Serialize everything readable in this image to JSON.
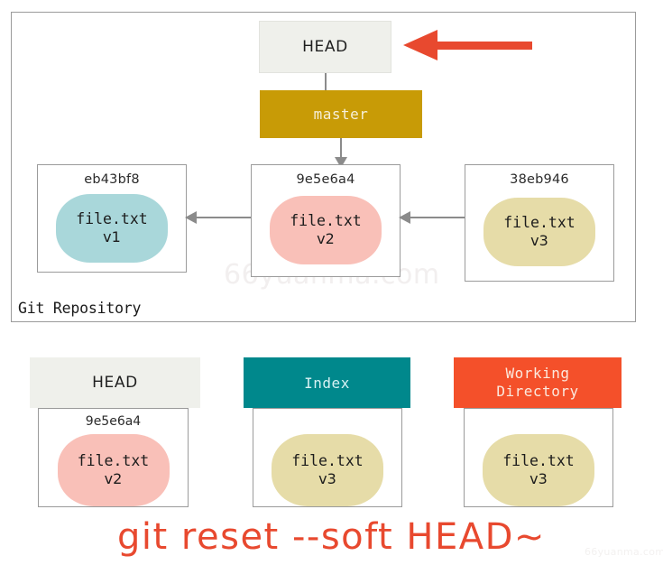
{
  "colors": {
    "accent_red": "#e8492f",
    "branch_gold": "#c89b06",
    "index_teal": "#00888c",
    "working_orange": "#f4502a",
    "head_gray": "#eff0eb",
    "blob_teal": "#a9d7da",
    "blob_pink": "#f9c0b8",
    "blob_khaki": "#e6dca8",
    "line_gray": "#8b8b8b",
    "border_gray": "#9b9b9b"
  },
  "repository": {
    "label": "Git Repository",
    "head_pointer": {
      "label": "HEAD"
    },
    "branch": {
      "label": "master"
    },
    "commits": [
      {
        "hash": "eb43bf8",
        "file": "file.txt",
        "version": "v1",
        "blob_color": "#a9d7da"
      },
      {
        "hash": "9e5e6a4",
        "file": "file.txt",
        "version": "v2",
        "blob_color": "#f9c0b8"
      },
      {
        "hash": "38eb946",
        "file": "file.txt",
        "version": "v3",
        "blob_color": "#e6dca8"
      }
    ]
  },
  "trees": [
    {
      "title": "HEAD",
      "title_line1": "HEAD",
      "title_line2": "",
      "hash": "9e5e6a4",
      "file": "file.txt",
      "version": "v2",
      "header_bg": "#eff0eb",
      "header_color": "#1f1f1f",
      "blob_color": "#f9c0b8"
    },
    {
      "title": "Index",
      "title_line1": "Index",
      "title_line2": "",
      "hash": "",
      "file": "file.txt",
      "version": "v3",
      "header_bg": "#00888c",
      "header_color": "#d8f2f4",
      "blob_color": "#e6dca8"
    },
    {
      "title": "Working Directory",
      "title_line1": "Working",
      "title_line2": "Directory",
      "hash": "",
      "file": "file.txt",
      "version": "v3",
      "header_bg": "#f4502a",
      "header_color": "#fbe9de",
      "blob_color": "#e6dca8"
    }
  ],
  "caption": {
    "command": "git reset --soft HEAD~"
  },
  "watermark": {
    "center": "66yuanma.com",
    "corner": "66yuanma.com"
  }
}
